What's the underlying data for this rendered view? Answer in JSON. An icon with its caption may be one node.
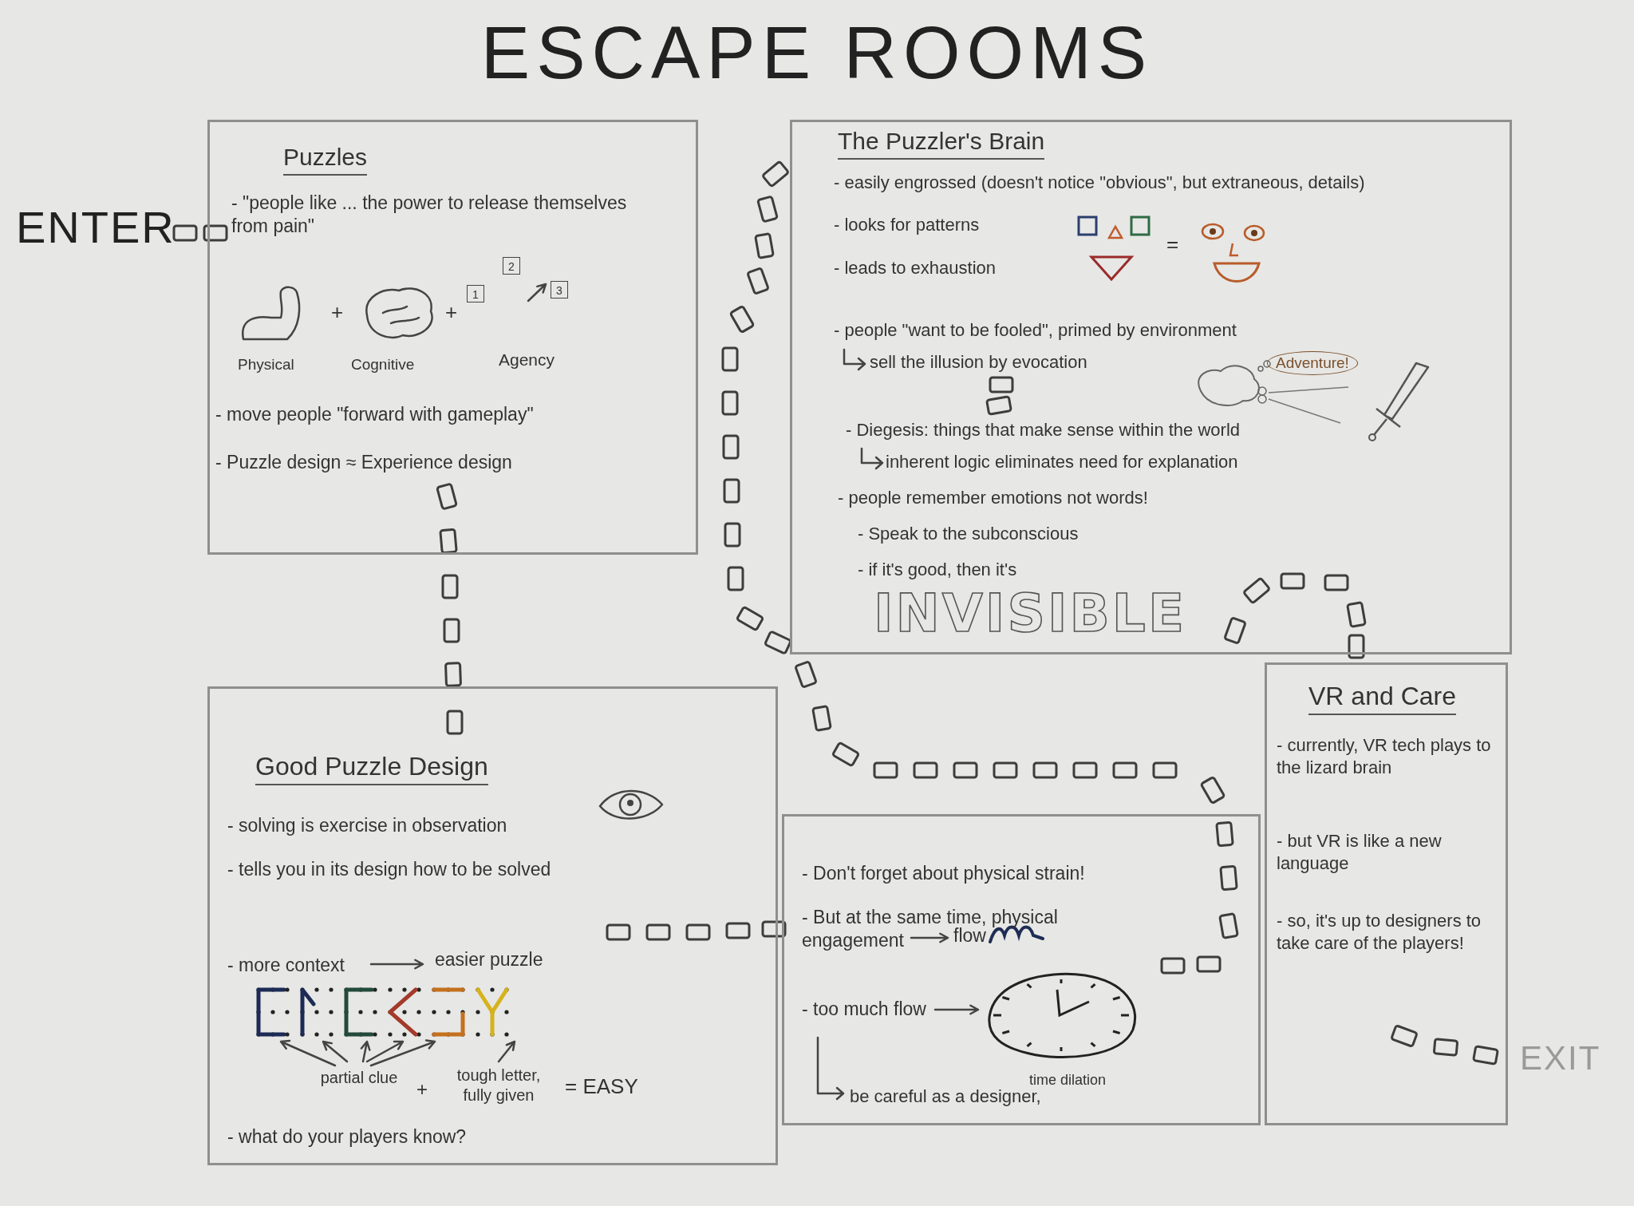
{
  "diagram": {
    "title": "ESCAPE ROOMS",
    "nodes": [
      {
        "text": [
          "Puzzles",
          "- \"people like ... the power to release themselves from pain\"",
          "+",
          "+",
          "2",
          "1",
          "3",
          "Physical",
          "Cognitive",
          "Agency",
          "- move people \"forward with gameplay\"",
          "- Puzzle design ≈ Experience design"
        ]
      },
      {
        "text": [
          "The Puzzler's Brain",
          "- easily engrossed (doesn't notice \"obvious\", but extraneous, details)",
          "- looks for patterns",
          "=",
          "- leads to exhaustion",
          "- people \"want to be fooled\", primed by environment",
          "sell the illusion by evocation",
          "Adventure!",
          "- Diegesis: things that make sense within the world",
          "inherent logic eliminates need for explanation",
          "- people remember emotions not words!",
          "- Speak to the subconscious",
          "- if it's good, then it's",
          "INVISIBLE"
        ]
      },
      {
        "text": [
          "Good Puzzle Design",
          "- solving is exercise in observation",
          "- tells you in its design how to be solved",
          "- more context",
          "easier puzzle",
          "partial clue",
          "+",
          "tough letter, fully given",
          "= EASY",
          "- what do your players know?"
        ]
      },
      {
        "text": [
          "- Don't forget about physical strain!",
          "- But at the same time, physical engagement",
          "flow",
          "- too much flow",
          "time dilation",
          "be careful as a designer,"
        ]
      },
      {
        "text": [
          "VR and Care",
          "- currently, VR tech plays to the lizard brain",
          "- but VR is like a new language",
          "- so, it's up to designers to take care of the players!"
        ]
      }
    ],
    "labels": [
      "ENTER",
      "EXIT"
    ]
  }
}
